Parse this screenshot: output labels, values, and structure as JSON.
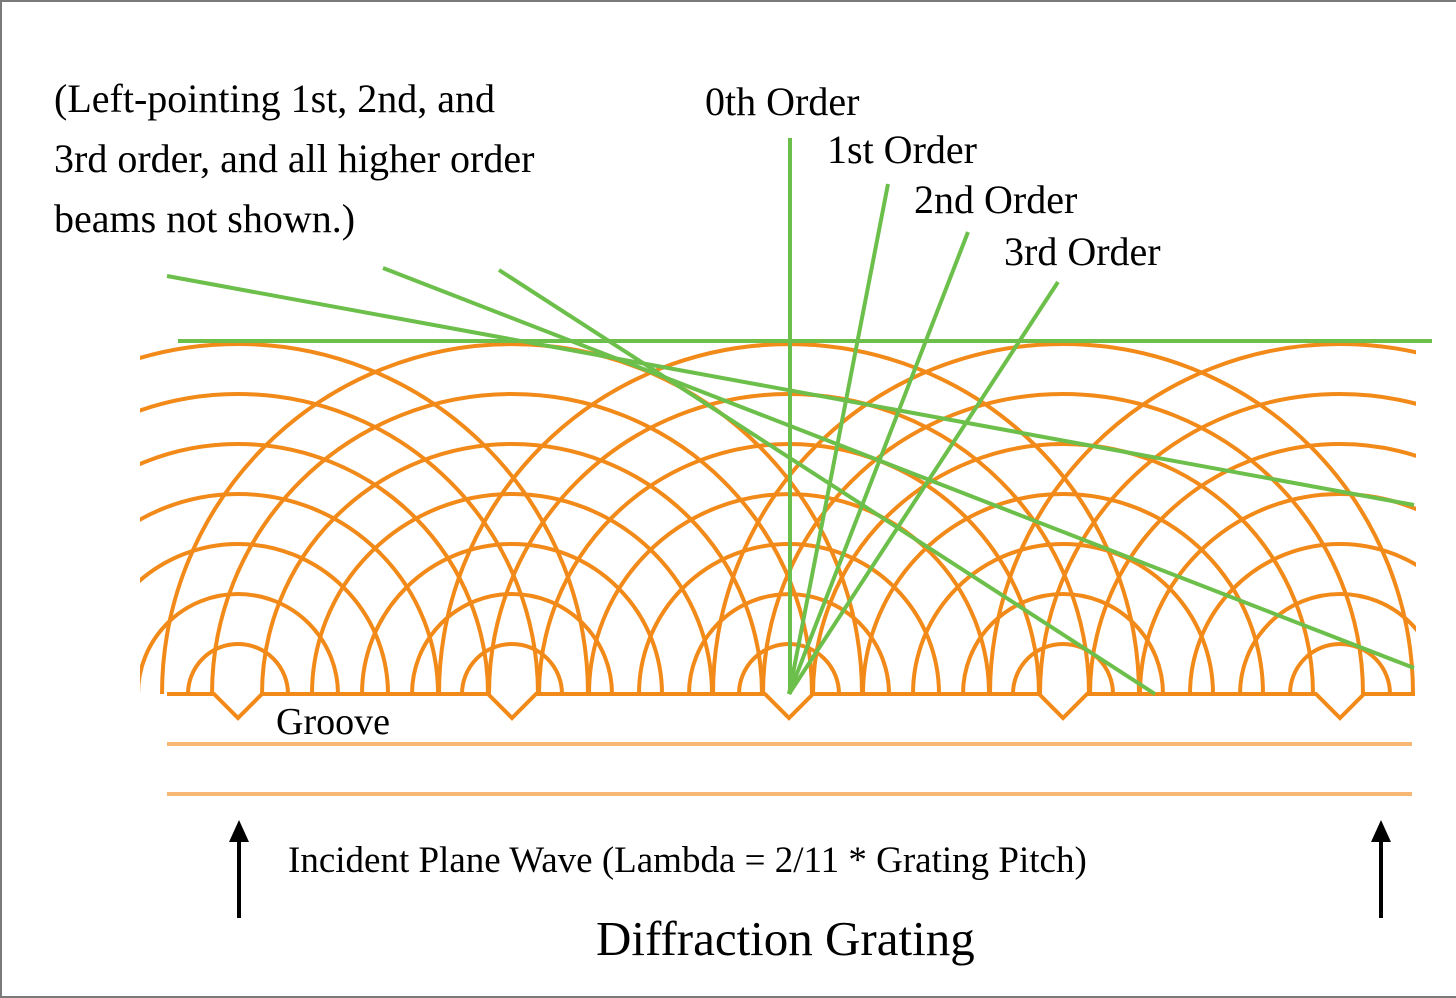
{
  "title": "Diffraction Grating",
  "note_lines": [
    "(Left-pointing 1st, 2nd, and",
    "3rd order, and all higher order",
    "beams not shown.)"
  ],
  "order_labels": {
    "zeroth": "0th Order",
    "first": "1st Order",
    "second": "2nd Order",
    "third": "3rd Order"
  },
  "groove_label": "Groove",
  "incident_label": "Incident Plane Wave (Lambda = 2/11 * Grating Pitch)",
  "colors": {
    "wavefront": "#f28a1a",
    "incident_wave": "#f6b872",
    "beam": "#6cbf4a",
    "arrow": "#000000",
    "border": "#7a7a7a"
  }
}
